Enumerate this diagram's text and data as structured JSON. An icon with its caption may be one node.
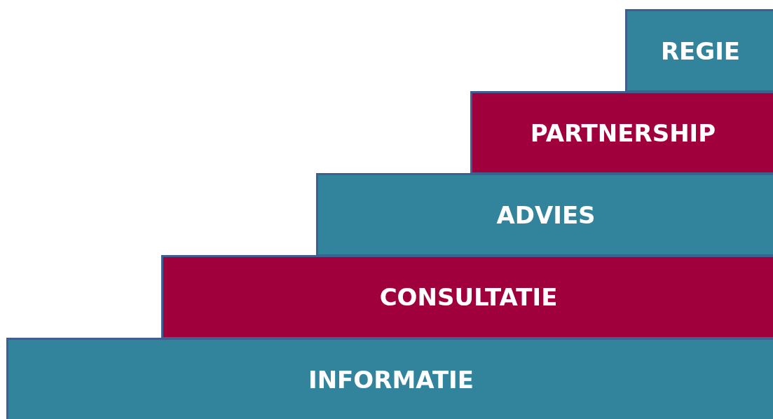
{
  "diagram": {
    "nodes": [
      {
        "text": [
          "REGIE"
        ]
      },
      {
        "text": [
          "PARTNERSHIP"
        ]
      },
      {
        "text": [
          "ADVIES"
        ]
      },
      {
        "text": [
          "CONSULTATIE"
        ]
      },
      {
        "text": [
          "INFORMATIE"
        ]
      }
    ]
  }
}
